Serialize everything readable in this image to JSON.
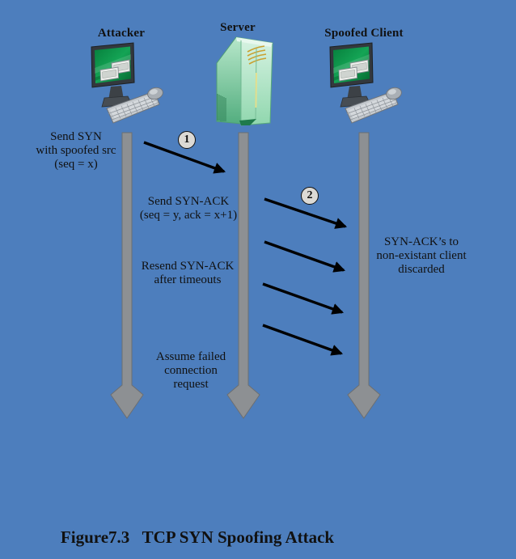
{
  "figure": {
    "caption": "Figure7.3   TCP SYN Spoofing Attack"
  },
  "colors": {
    "background": "#4d7ebd",
    "timeline": "#8d9093",
    "arrow": "#000000",
    "badge_fill": "#dcdad5",
    "text": "#111111"
  },
  "actors": {
    "attacker": {
      "label": "Attacker",
      "icon": "desktop-computer-icon"
    },
    "server": {
      "label": "Server",
      "icon": "server-tower-icon"
    },
    "client": {
      "label": "Spoofed Client",
      "icon": "desktop-computer-icon"
    }
  },
  "steps": {
    "step1_badge": "1",
    "step2_badge": "2"
  },
  "annotations": {
    "send_syn": "Send SYN\nwith spoofed src\n(seq = x)",
    "send_synack": "Send SYN-ACK\n(seq = y, ack = x+1)",
    "resend_synack": "Resend SYN-ACK\nafter timeouts",
    "synack_discarded": "SYN-ACK’s to\nnon-existant client\ndiscarded",
    "assume_failed": "Assume failed\nconnection\nrequest"
  }
}
